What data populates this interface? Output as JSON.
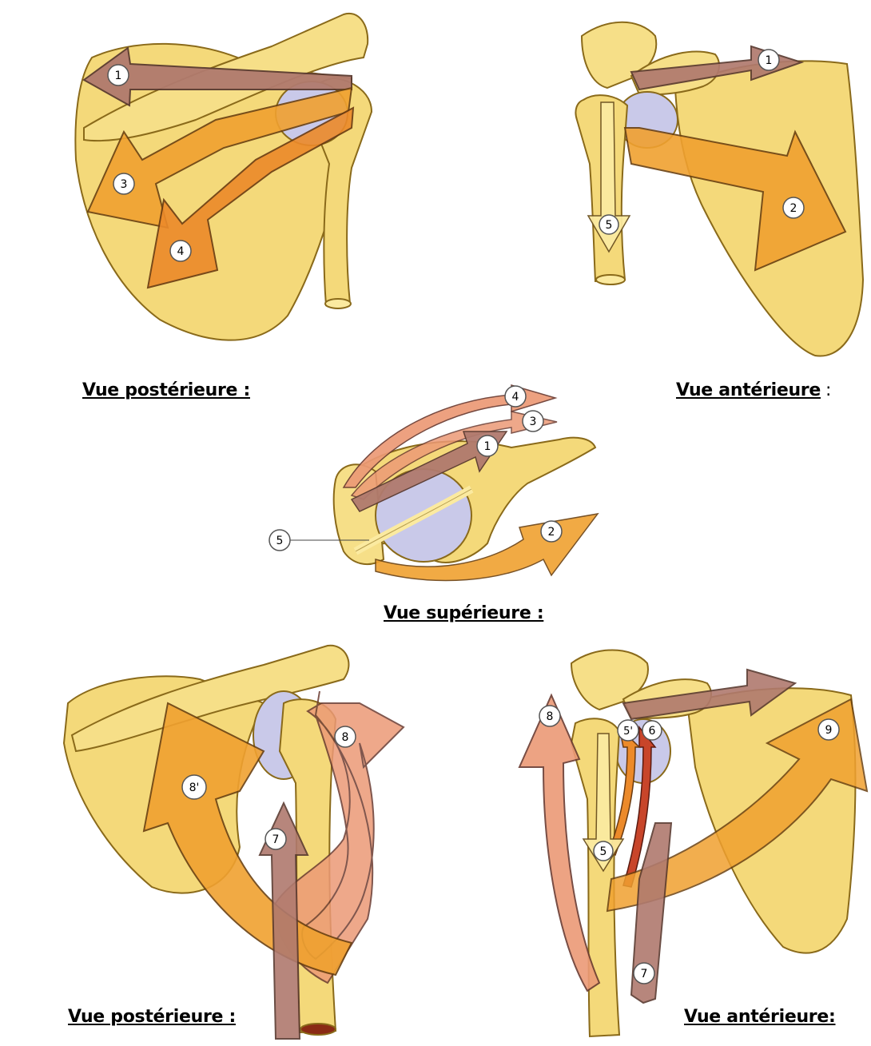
{
  "captions": {
    "posterior_top": "Vue postérieure :",
    "anterior_top": "Vue antérieure",
    "anterior_top_suffix": ":",
    "superior": "Vue supérieure :",
    "posterior_bottom": "Vue postérieure :",
    "anterior_bottom": "Vue antérieure:"
  },
  "markers": {
    "p1": "1",
    "p3": "3",
    "p4": "4",
    "a1": "1",
    "a2": "2",
    "a5": "5",
    "s1": "1",
    "s2": "2",
    "s3": "3",
    "s4": "4",
    "s5": "5",
    "b8": "8",
    "b8p": "8'",
    "b7": "7",
    "c8": "8",
    "c5p": "5'",
    "c6": "6",
    "c9": "9",
    "c5": "5",
    "c7": "7"
  },
  "colors": {
    "bone": "#f4d97a",
    "bone_outline": "#8a6a1a",
    "bone_light": "#fbeaa0",
    "cartilage": "#c9c9e9",
    "arrow_mauve": "#b07a6e",
    "arrow_orange": "#f0a130",
    "arrow_deep_orange": "#ec8a2a",
    "arrow_salmon": "#ec9a76",
    "arrow_red": "#c8452a"
  }
}
